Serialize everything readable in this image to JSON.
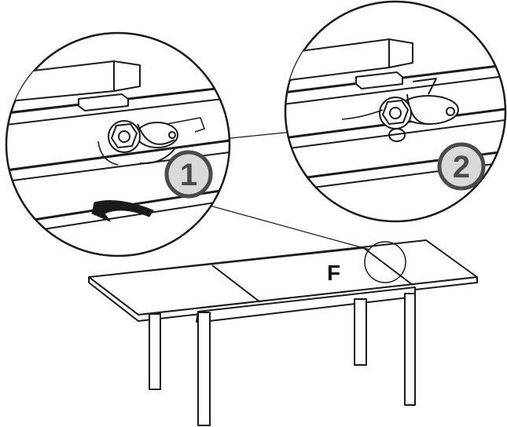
{
  "diagram": {
    "part_label": "F",
    "steps": [
      {
        "number": "1"
      },
      {
        "number": "2"
      }
    ]
  },
  "colors": {
    "line": "#1a1a1a",
    "step_badge_fill": "#d9d9d9",
    "step_badge_text": "#4a4a4a",
    "background": "#ffffff"
  },
  "icons": {
    "rotation_arrow": "curved-arrow-icon",
    "latch": "latch-icon"
  }
}
